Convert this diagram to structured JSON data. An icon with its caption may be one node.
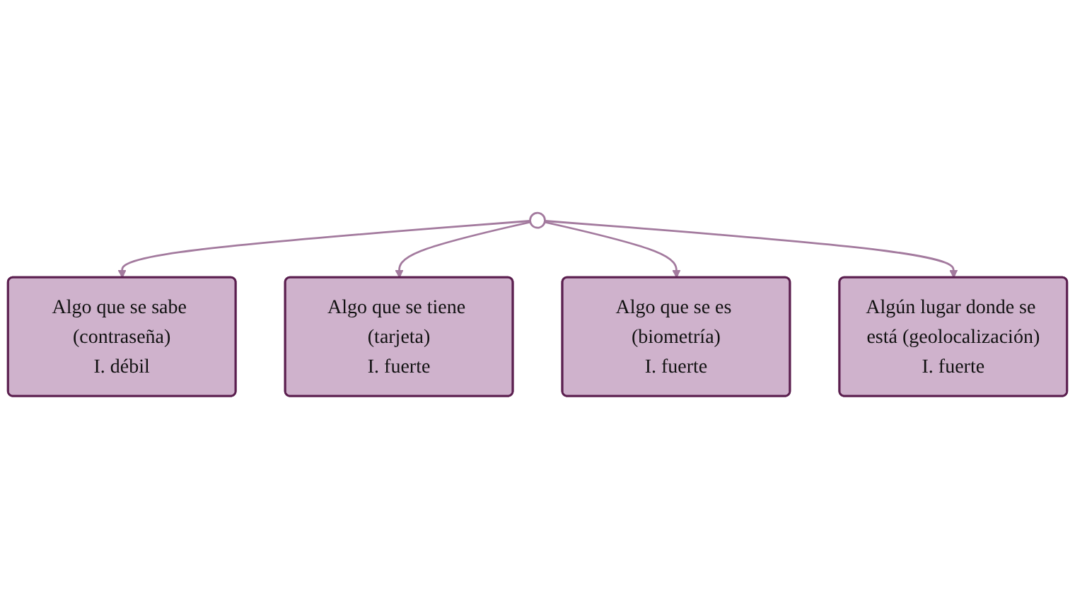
{
  "diagram": {
    "nodes": [
      {
        "text": [
          "Algo que se sabe (contraseña)",
          "I. débil"
        ]
      },
      {
        "text": [
          "Algo que se tiene (tarjeta)",
          "I. fuerte"
        ]
      },
      {
        "text": [],
        "shape": "cross"
      },
      {
        "text": [
          "Algo que se es (biometría)",
          "I. fuerte"
        ]
      },
      {
        "text": [
          "Algún lugar donde se está (geolocalización)",
          "I. fuerte"
        ]
      }
    ],
    "edges": [
      {
        "from": 2,
        "to": 0,
        "arrow": "to"
      },
      {
        "from": 2,
        "to": 1,
        "arrow": "to"
      },
      {
        "from": 2,
        "to": 3,
        "arrow": "to"
      },
      {
        "from": 2,
        "to": 4,
        "arrow": "to"
      }
    ]
  }
}
